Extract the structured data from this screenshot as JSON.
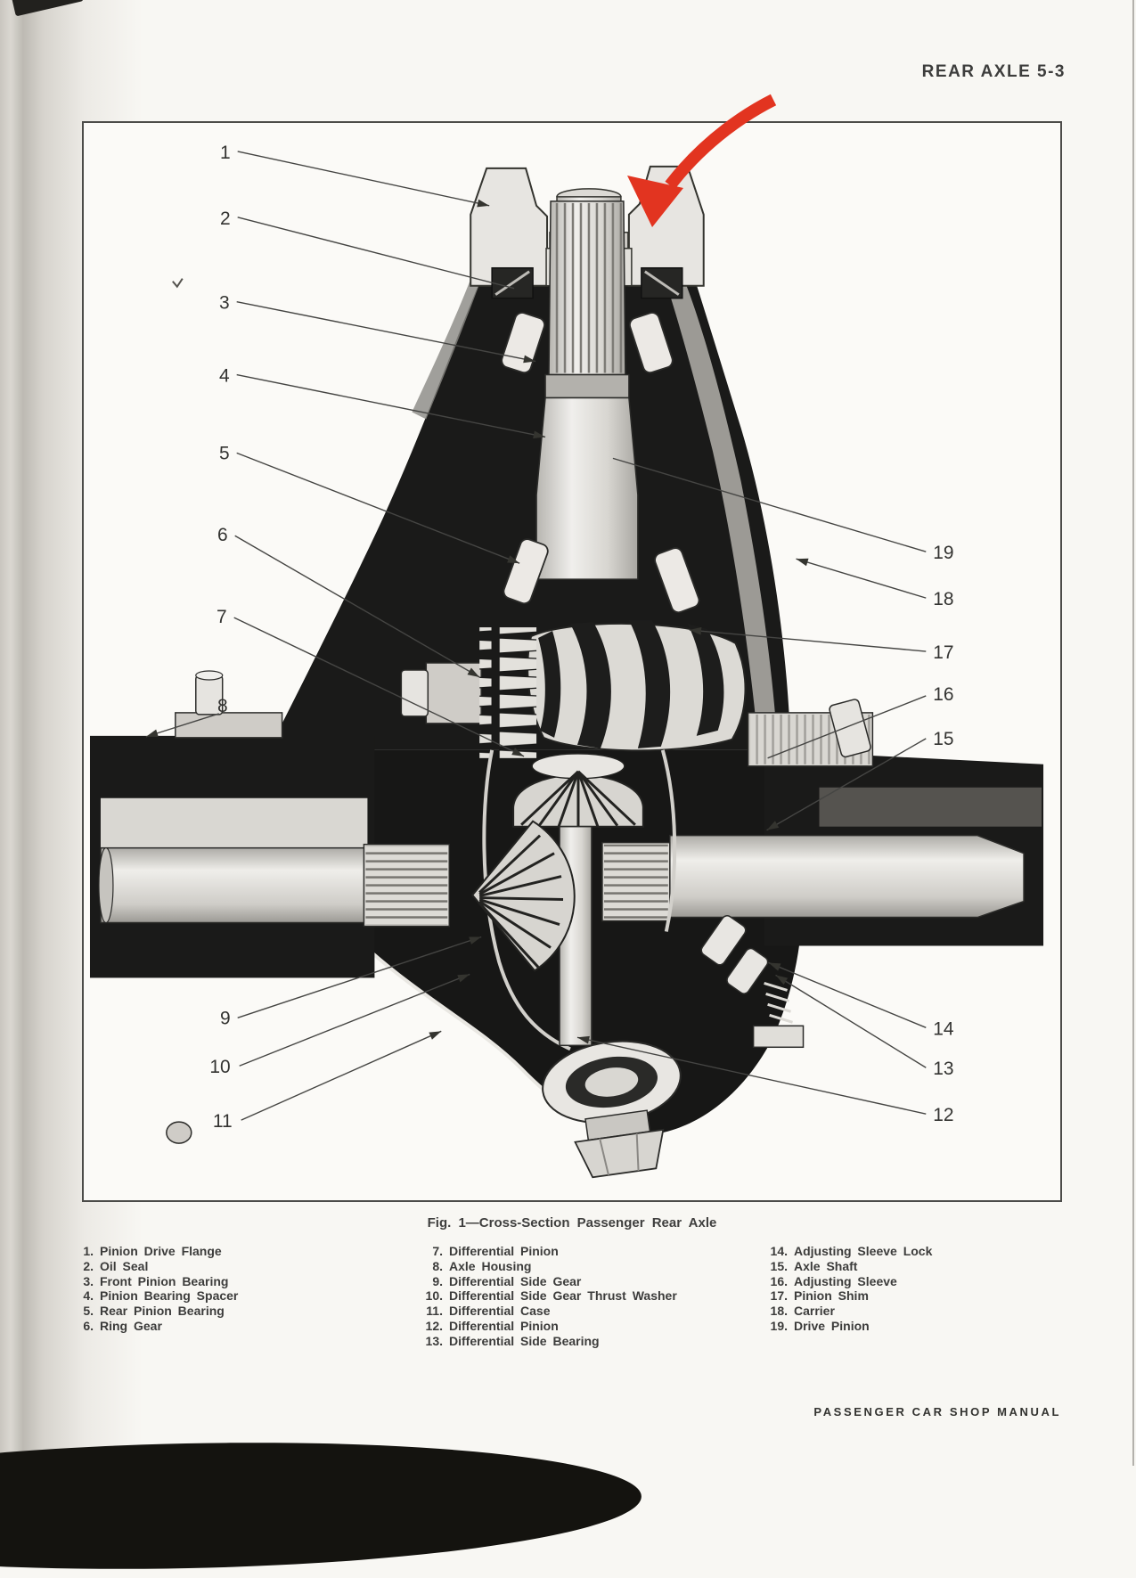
{
  "page": {
    "header_title": "REAR AXLE 5-3",
    "footer_text": "PASSENGER CAR SHOP MANUAL"
  },
  "figure": {
    "caption": "Fig. 1—Cross-Section Passenger Rear Axle",
    "callouts": [
      "1",
      "2",
      "3",
      "4",
      "5",
      "6",
      "7",
      "8",
      "9",
      "10",
      "11",
      "12",
      "13",
      "14",
      "15",
      "16",
      "17",
      "18",
      "19"
    ],
    "red_arrow_color": "#e23420",
    "diagram_subject": "Cross-section of passenger car rear axle assembly"
  },
  "legend": {
    "columns": [
      {
        "items": [
          {
            "num": "1.",
            "label": "Pinion Drive Flange"
          },
          {
            "num": "2.",
            "label": "Oil Seal"
          },
          {
            "num": "3.",
            "label": "Front Pinion Bearing"
          },
          {
            "num": "4.",
            "label": "Pinion Bearing Spacer"
          },
          {
            "num": "5.",
            "label": "Rear Pinion Bearing"
          },
          {
            "num": "6.",
            "label": "Ring Gear"
          }
        ]
      },
      {
        "items": [
          {
            "num": "7.",
            "label": "Differential Pinion"
          },
          {
            "num": "8.",
            "label": "Axle Housing"
          },
          {
            "num": "9.",
            "label": "Differential Side Gear"
          },
          {
            "num": "10.",
            "label": "Differential Side Gear Thrust Washer"
          },
          {
            "num": "11.",
            "label": "Differential Case"
          },
          {
            "num": "12.",
            "label": "Differential Pinion"
          },
          {
            "num": "13.",
            "label": "Differential Side Bearing"
          }
        ]
      },
      {
        "items": [
          {
            "num": "14.",
            "label": "Adjusting Sleeve Lock"
          },
          {
            "num": "15.",
            "label": "Axle Shaft"
          },
          {
            "num": "16.",
            "label": "Adjusting Sleeve"
          },
          {
            "num": "17.",
            "label": "Pinion Shim"
          },
          {
            "num": "18.",
            "label": "Carrier"
          },
          {
            "num": "19.",
            "label": "Drive Pinion"
          }
        ]
      }
    ]
  }
}
